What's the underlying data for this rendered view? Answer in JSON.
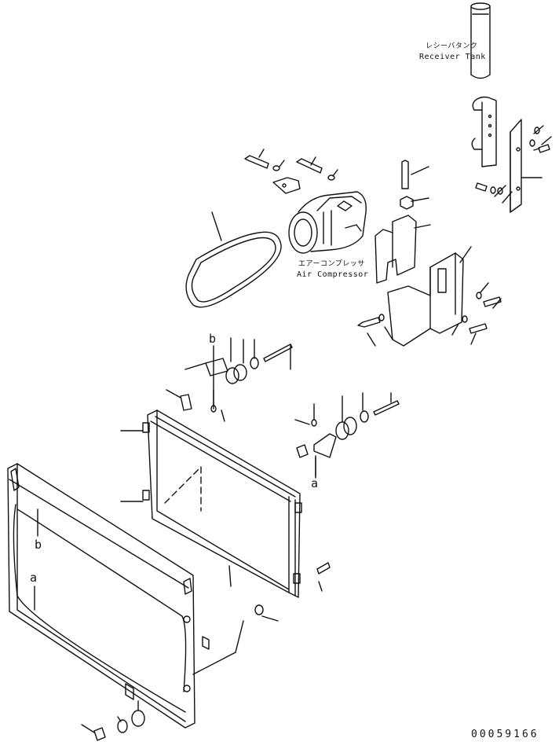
{
  "parts": {
    "receiver_tank": {
      "jp": "レシーバタンク",
      "en": "Receiver Tank"
    },
    "air_compressor": {
      "jp": "エアーコンプレッサ",
      "en": "Air Compressor"
    }
  },
  "markers": {
    "a": "a",
    "b": "b"
  },
  "drawing_number": "00059166",
  "colors": {
    "line": "#111111",
    "background": "#ffffff"
  }
}
